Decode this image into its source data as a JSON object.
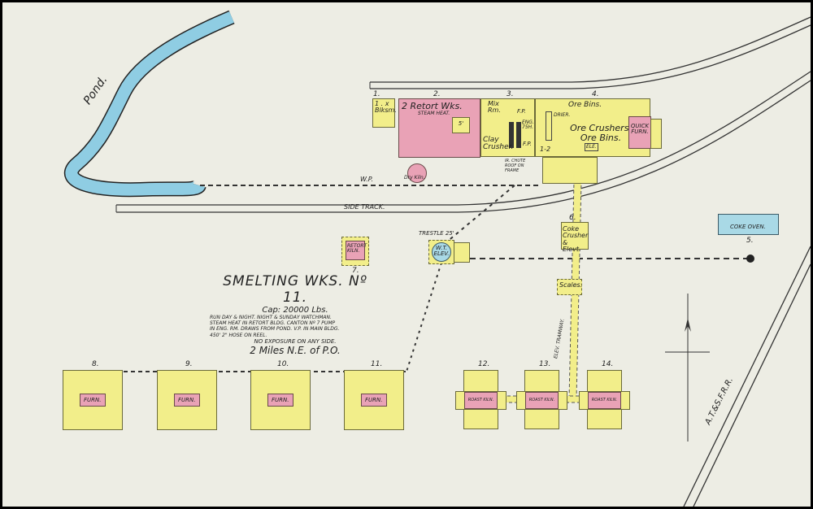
{
  "pond_label": "Pond.",
  "side_track_label": "SIDE TRACK.",
  "water_pipe_label": "W.P.",
  "railroad_label": "A.T.&S.F.R.R.",
  "title": {
    "name": "SMELTING WKS. Nº 11.",
    "capacity": "Cap: 20000 Lbs.",
    "notes": [
      "RUN DAY & NIGHT. NIGHT & SUNDAY WATCHMAN.",
      "STEAM HEAT IN RETORT BLDG. CANTON Nº 7 PUMP",
      "IN ENG. RM. DRAWS FROM POND. V.P. IN MAIN BLDG.",
      "450' 2\" HOSE ON REEL."
    ],
    "exposure": "NO EXPOSURE ON ANY SIDE.",
    "location": "2 Miles N.E. of P.O."
  },
  "buildings": {
    "b1": {
      "num": "1.",
      "label": "Blksm.",
      "story": "1 . x"
    },
    "b2": {
      "num": "2.",
      "label": "2 Retort Wks.",
      "sub": "STEAM HEAT.",
      "stack": "5'",
      "kiln": "Dry Kiln."
    },
    "b3": {
      "num": "3.",
      "mix": "Mix Rm.",
      "clay": "Clay Crusher.",
      "fp1": "F.P.",
      "fp2": "F.P.",
      "eng": "ENG. 75H.",
      "below": "IR. CHUTE ROOF ON FRAME"
    },
    "b4": {
      "num": "4.",
      "bins": "Ore Bins.",
      "crushers": "Ore Crushers, Ore Bins.",
      "drier": "DRIER.",
      "elev": "ELE.",
      "quick": "QUICK FURN.",
      "s12": "1-2"
    },
    "b5": {
      "num": "5.",
      "label": "COKE OVEN."
    },
    "b6": {
      "num": "6.",
      "label": "Coke Crusher & Elevt."
    },
    "b7": {
      "num": "7.",
      "label": "RETORT KILN."
    },
    "wt": {
      "label": "W.T. ELEV.",
      "trestle": "TRESTLE 25'"
    },
    "scales": "Scales.",
    "tramway": "ELEV. TRAMWAY.",
    "furnaces": [
      {
        "num": "8.",
        "label": "FURN."
      },
      {
        "num": "9.",
        "label": "FURN."
      },
      {
        "num": "10.",
        "label": "FURN."
      },
      {
        "num": "11.",
        "label": "FURN."
      }
    ],
    "kilns": [
      {
        "num": "12.",
        "label": "ROAST KILN."
      },
      {
        "num": "13.",
        "label": "ROAST KILN."
      },
      {
        "num": "14.",
        "label": "ROAST KILN."
      }
    ]
  }
}
